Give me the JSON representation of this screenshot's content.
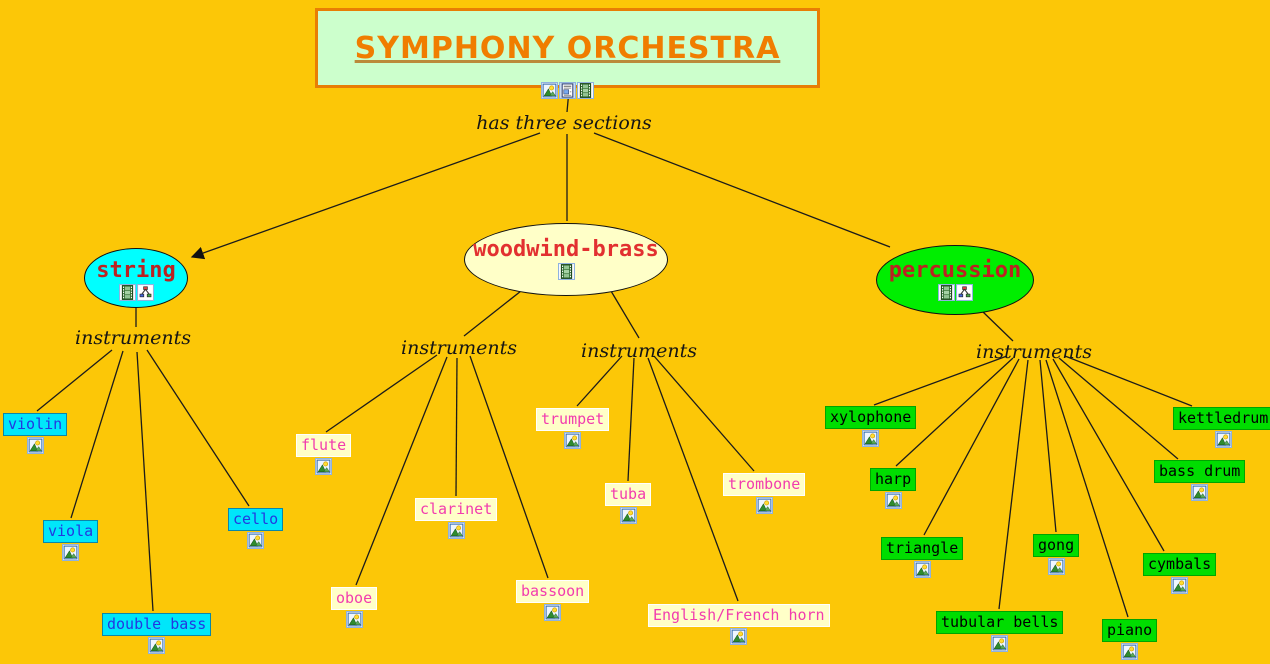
{
  "title": {
    "text": "SYMPHONY ORCHESTRA",
    "resource_icons": [
      "image",
      "document",
      "movie"
    ]
  },
  "linking_phrases": {
    "root": "has three sections",
    "string": "instruments",
    "woodwind_left": "instruments",
    "woodwind_right": "instruments",
    "percussion": "instruments"
  },
  "sections": {
    "string": {
      "label": "string",
      "label_color": "#BB2222",
      "resource_icons": [
        "movie",
        "cmap"
      ]
    },
    "woodwind": {
      "label": "woodwind-brass",
      "label_color": "#E23030",
      "resource_icons": [
        "movie"
      ]
    },
    "percussion": {
      "label": "percussion",
      "label_color": "#BB2222",
      "resource_icons": [
        "movie",
        "cmap"
      ]
    }
  },
  "instruments": {
    "string": [
      "violin",
      "viola",
      "cello",
      "double bass"
    ],
    "woodwind": [
      "flute",
      "clarinet",
      "oboe",
      "bassoon",
      "trumpet",
      "tuba",
      "trombone",
      "English/French horn"
    ],
    "percussion": [
      "xylophone",
      "harp",
      "triangle",
      "tubular bells",
      "gong",
      "piano",
      "cymbals",
      "bass drum",
      "kettledrum"
    ]
  },
  "colors": {
    "background": "#FCC707",
    "title_bg": "#CCFFCC",
    "title_text": "#F07D00",
    "title_border": "#E87E04",
    "string_fill": "#00FFFF",
    "string_node_fill": "#00E6FA",
    "string_node_text": "#2437E0",
    "woodwind_fill": "#FFFFC8",
    "woodwind_node_fill": "#FFFFC8",
    "woodwind_node_text": "#F23CAE",
    "percussion_fill": "#00EE00",
    "percussion_node_fill": "#00DD00",
    "percussion_node_text": "#000000",
    "line": "#1B1B1B"
  }
}
